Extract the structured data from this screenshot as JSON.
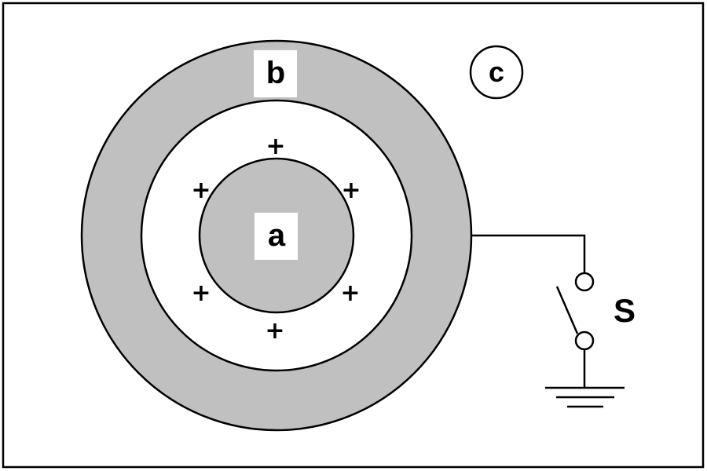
{
  "diagram": {
    "labels": {
      "inner_sphere": "a",
      "outer_shell": "b",
      "outside_region": "c",
      "switch": "S"
    },
    "charges": [
      "+",
      "+",
      "+",
      "+",
      "+",
      "+"
    ],
    "colors": {
      "conductor_fill": "#c0c0c0",
      "line": "#000000",
      "background": "#ffffff",
      "label_box": "#ffffff"
    }
  }
}
